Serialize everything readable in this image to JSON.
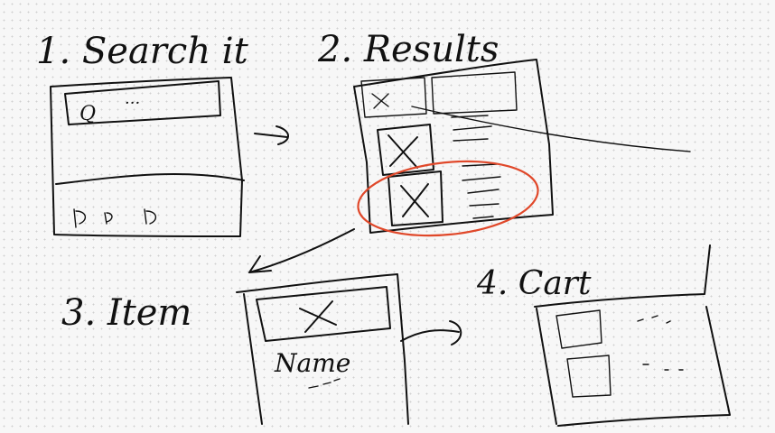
{
  "steps": {
    "search": {
      "title": "1. Search it",
      "search_glyph": "Q",
      "search_dots": "···"
    },
    "results": {
      "title": "2. Results"
    },
    "item": {
      "title": "3. Item",
      "name_label": "Name"
    },
    "cart": {
      "title": "4. Cart"
    }
  },
  "colors": {
    "ink": "#111111",
    "highlight": "#e0482a",
    "paper": "#f7f7f7"
  }
}
